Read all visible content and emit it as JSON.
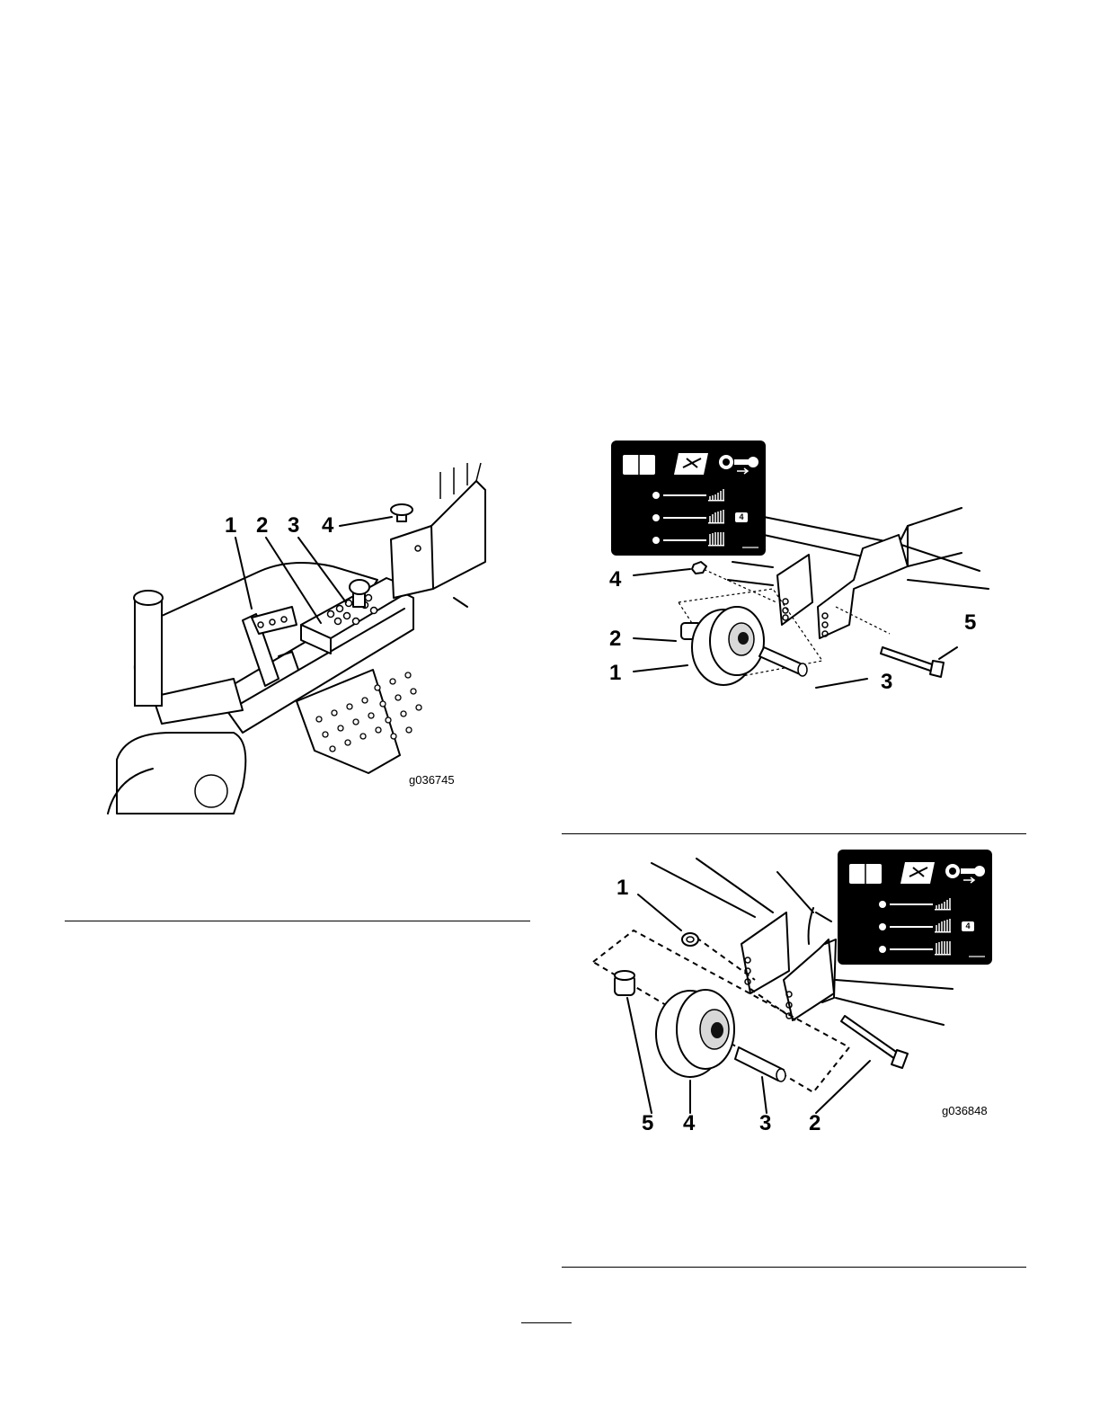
{
  "figure_left": {
    "code": "g036745",
    "callouts": [
      "1",
      "2",
      "3",
      "4"
    ]
  },
  "figure_right_top": {
    "callouts": [
      "1",
      "2",
      "3",
      "4",
      "5"
    ],
    "decal_tag": "4"
  },
  "figure_right_bottom": {
    "code": "g036848",
    "callouts": [
      "1",
      "2",
      "3",
      "4",
      "5"
    ],
    "decal_tag": "4"
  },
  "icons": [
    "manual-book-icon",
    "service-manual-icon",
    "remove-key-icon",
    "height-setting-icon"
  ]
}
